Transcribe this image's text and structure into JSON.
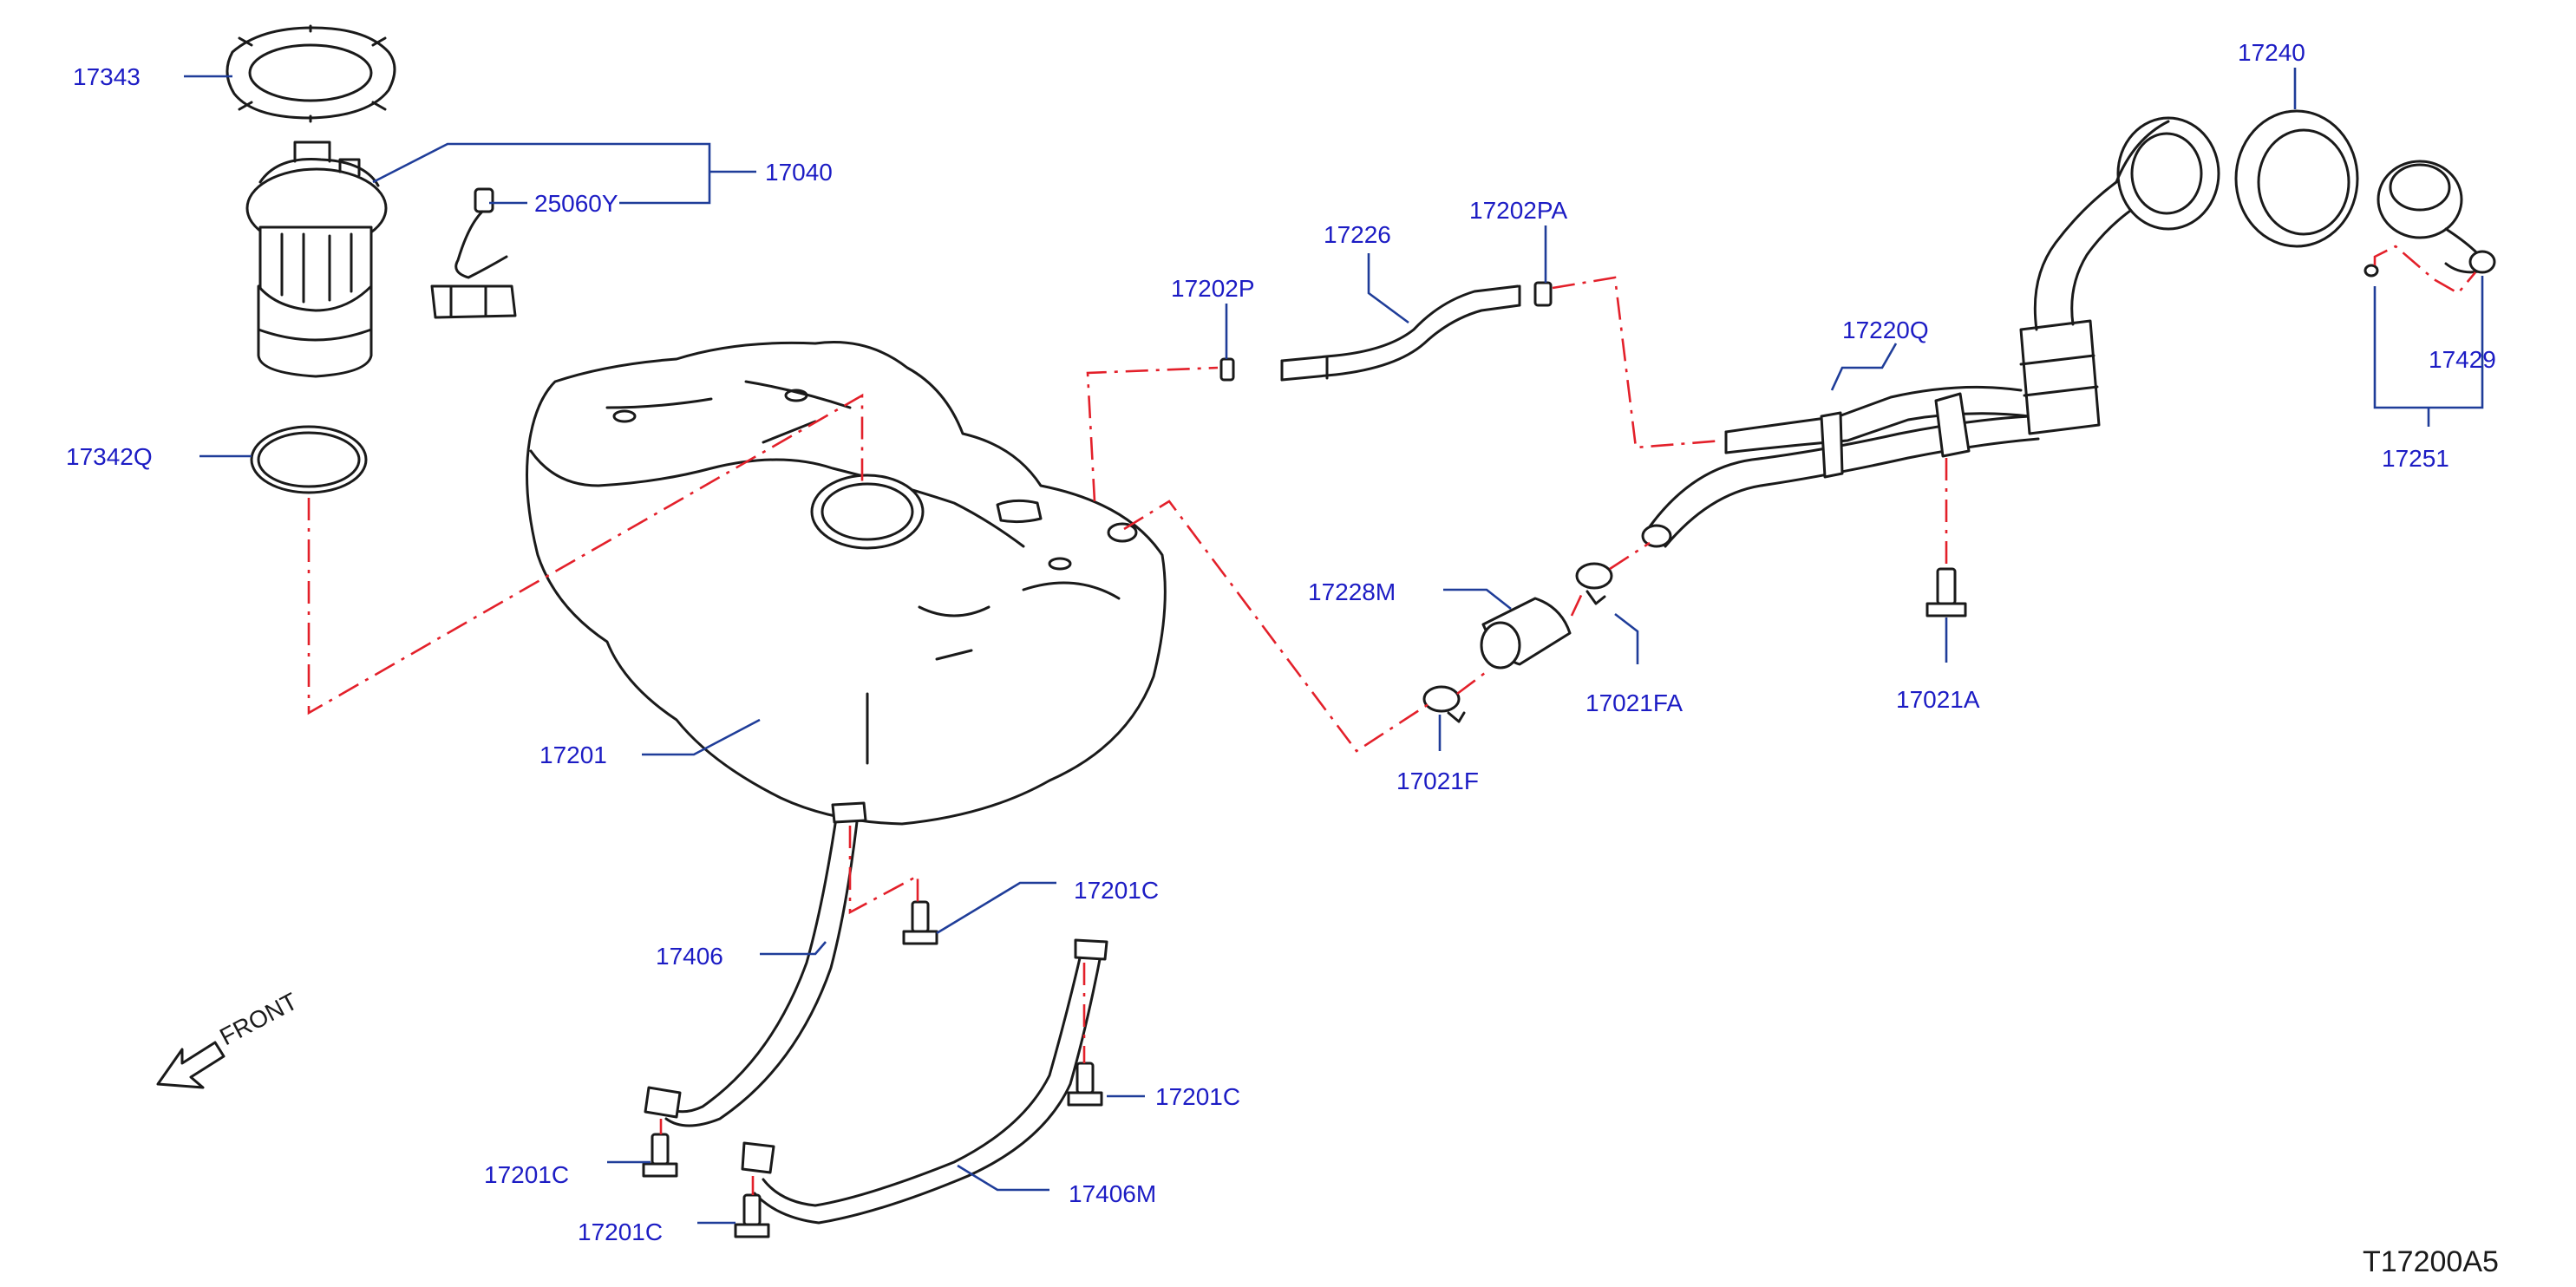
{
  "labels": {
    "p17343": "17343",
    "p17040": "17040",
    "p25060Y": "25060Y",
    "p17342Q": "17342Q",
    "p17201": "17201",
    "p17202P": "17202P",
    "p17226": "17226",
    "p17202PA": "17202PA",
    "p17220Q": "17220Q",
    "p17240": "17240",
    "p17429": "17429",
    "p17251": "17251",
    "p17228M": "17228M",
    "p17021FA": "17021FA",
    "p17021A": "17021A",
    "p17021F": "17021F",
    "p17201C_a": "17201C",
    "p17406": "17406",
    "p17201C_b": "17201C",
    "p17201C_c": "17201C",
    "p17201C_d": "17201C",
    "p17406M": "17406M"
  },
  "front_label": "FRONT",
  "diagram_code": "T17200A5",
  "colors": {
    "label": "#1c1cc4",
    "leader": "#1f3d99",
    "reference_line": "#e3202a",
    "part_outline": "#1a1a1a"
  }
}
